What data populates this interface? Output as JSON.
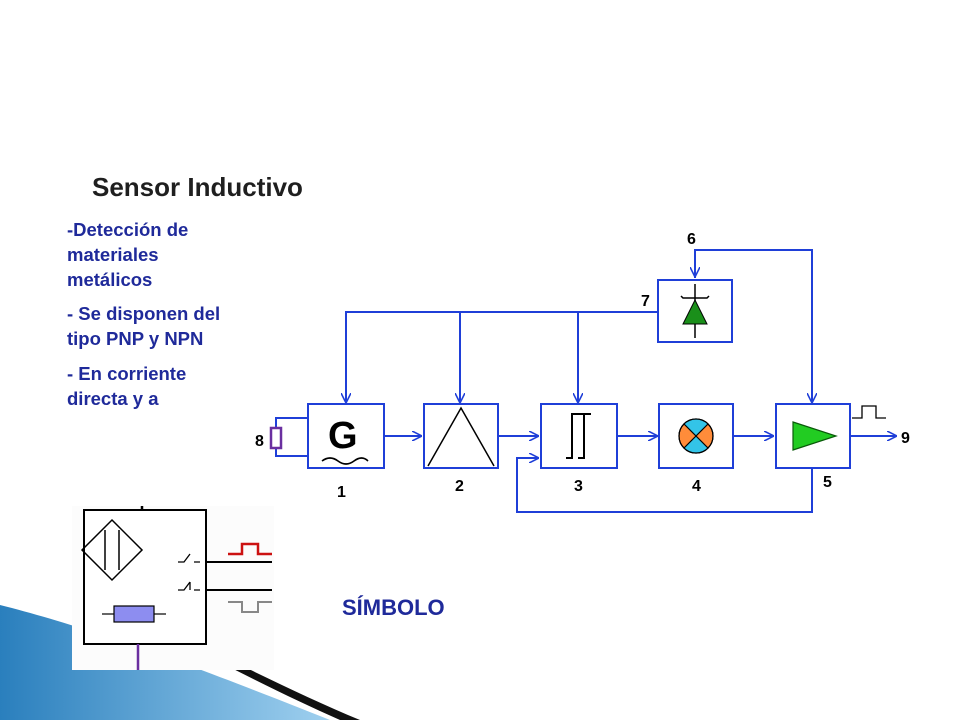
{
  "title": "Sensor Inductivo",
  "bullets": [
    "-Detección de materiales metálicos",
    "- Se disponen del tipo PNP y NPN",
    "- En corriente directa y a"
  ],
  "symbol_label": "SÍMBOLO",
  "block_numbers": [
    "1",
    "2",
    "3",
    "4",
    "5",
    "6",
    "7",
    "8",
    "9"
  ],
  "block_G_letter": "G",
  "colors": {
    "diagram_lines": "#1f3fd8",
    "title": "#1f1f1f",
    "text_blue": "#1f2a9a",
    "amplifier_green": "#22cc22",
    "zener_green": "#1a8f1a",
    "lamp_orange": "#ff8c3a",
    "lamp_cyan": "#33c4e8",
    "coil_purple": "#6a2fa0",
    "symbol_resistor": "#8d8df0",
    "output_red": "#cc1111"
  }
}
